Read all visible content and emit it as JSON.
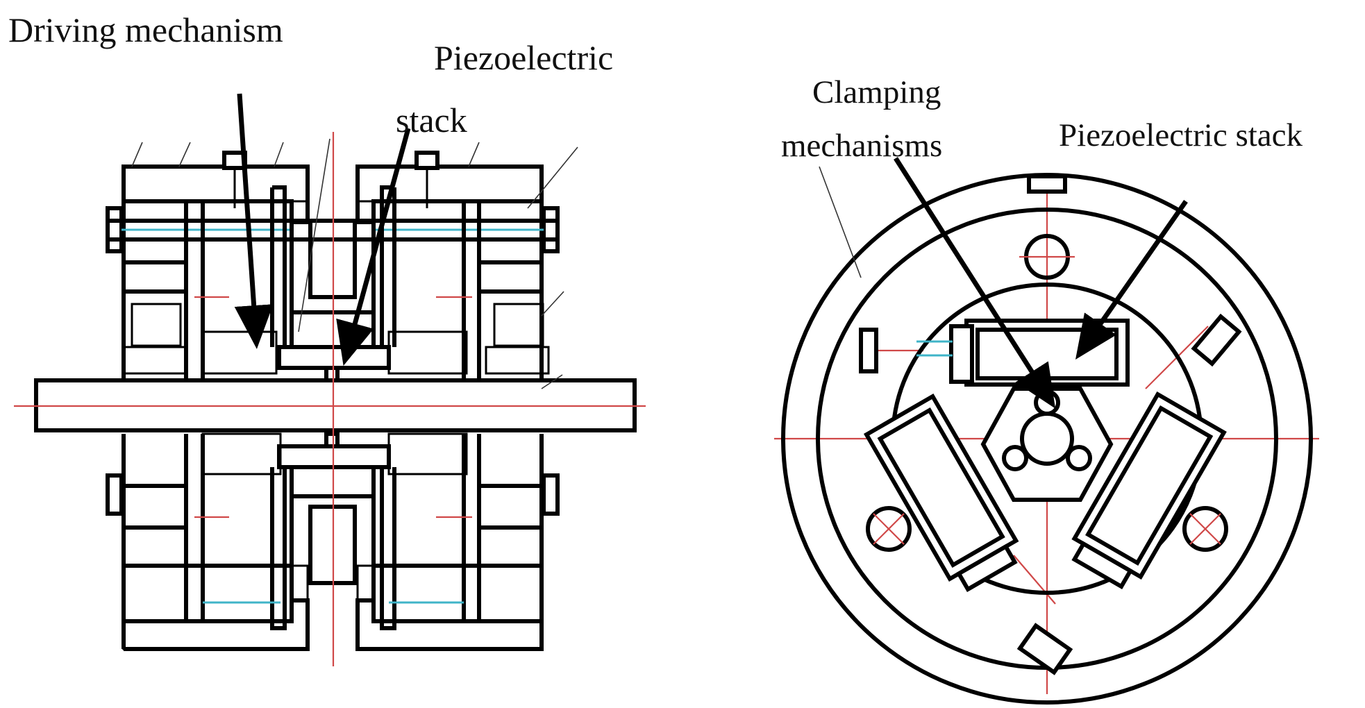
{
  "left_view": {
    "labels": {
      "driving_mechanism": "Driving mechanism",
      "piezo_line1": "Piezoelectric",
      "piezo_line2": "stack"
    }
  },
  "right_view": {
    "labels": {
      "clamping_line1": "Clamping",
      "clamping_line2": "mechanisms",
      "piezo_stack": "Piezoelectric stack"
    }
  },
  "colors": {
    "outline": "#000000",
    "hatch_blue": "#3a4fa0",
    "center_line": "#d04848",
    "cyan_line": "#3fb4c8"
  }
}
